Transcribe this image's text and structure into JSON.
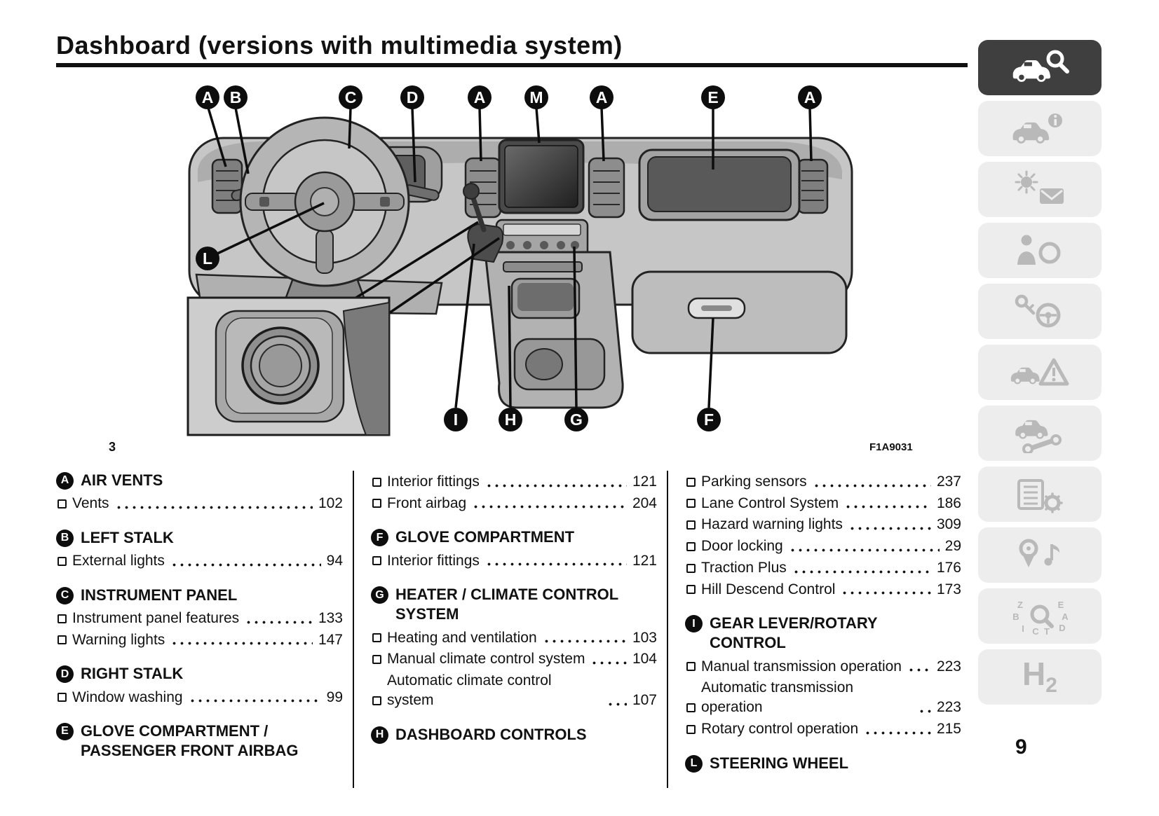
{
  "page": {
    "title": "Dashboard (versions with multimedia system)",
    "figure_number": "3",
    "figure_code": "F1A9031",
    "page_number": "9"
  },
  "diagram": {
    "callouts": {
      "top": [
        "A",
        "B",
        "C",
        "D",
        "A",
        "M",
        "A",
        "E",
        "A"
      ],
      "left": "L",
      "bottom": [
        "I",
        "H",
        "G",
        "F"
      ]
    }
  },
  "legend": {
    "columns": [
      {
        "groups": [
          {
            "letter": "A",
            "title": "AIR VENTS",
            "entries": [
              {
                "label": "Vents",
                "page": "102"
              }
            ]
          },
          {
            "letter": "B",
            "title": "LEFT STALK",
            "entries": [
              {
                "label": "External lights",
                "page": "94"
              }
            ]
          },
          {
            "letter": "C",
            "title": "INSTRUMENT PANEL",
            "entries": [
              {
                "label": "Instrument panel features",
                "page": "133"
              },
              {
                "label": "Warning lights",
                "page": "147"
              }
            ]
          },
          {
            "letter": "D",
            "title": "RIGHT STALK",
            "entries": [
              {
                "label": "Window washing",
                "page": "99"
              }
            ]
          },
          {
            "letter": "E",
            "title": "GLOVE COMPARTMENT / PASSENGER FRONT AIRBAG",
            "entries": []
          }
        ]
      },
      {
        "groups": [
          {
            "letter": "",
            "title": "",
            "entries": [
              {
                "label": "Interior fittings",
                "page": "121"
              },
              {
                "label": "Front airbag",
                "page": "204"
              }
            ]
          },
          {
            "letter": "F",
            "title": "GLOVE COMPARTMENT",
            "entries": [
              {
                "label": "Interior fittings",
                "page": "121"
              }
            ]
          },
          {
            "letter": "G",
            "title": "HEATER / CLIMATE CONTROL SYSTEM",
            "entries": [
              {
                "label": "Heating and ventilation",
                "page": "103"
              },
              {
                "label": "Manual climate control system",
                "page": "104"
              },
              {
                "label": "Automatic climate control system",
                "page": "107"
              }
            ]
          },
          {
            "letter": "H",
            "title": "DASHBOARD CONTROLS",
            "entries": []
          }
        ]
      },
      {
        "groups": [
          {
            "letter": "",
            "title": "",
            "entries": [
              {
                "label": "Parking sensors",
                "page": "237"
              },
              {
                "label": "Lane Control System",
                "page": "186"
              },
              {
                "label": "Hazard warning lights",
                "page": "309"
              },
              {
                "label": "Door locking",
                "page": "29"
              },
              {
                "label": "Traction Plus",
                "page": "176"
              },
              {
                "label": "Hill Descend Control",
                "page": "173"
              }
            ]
          },
          {
            "letter": "I",
            "title": "GEAR LEVER/ROTARY CONTROL",
            "entries": [
              {
                "label": "Manual transmission operation",
                "page": "223"
              },
              {
                "label": "Automatic transmission operation",
                "page": "223"
              },
              {
                "label": "Rotary control operation",
                "page": "215"
              }
            ]
          },
          {
            "letter": "L",
            "title": "STEERING WHEEL",
            "entries": []
          }
        ]
      }
    ]
  },
  "sidebar": {
    "items": [
      {
        "icon": "car-search-icon",
        "active": true
      },
      {
        "icon": "car-info-icon",
        "active": false
      },
      {
        "icon": "warning-light-message-icon",
        "active": false
      },
      {
        "icon": "airbag-safety-icon",
        "active": false
      },
      {
        "icon": "key-steering-icon",
        "active": false
      },
      {
        "icon": "emergency-triangle-icon",
        "active": false
      },
      {
        "icon": "maintenance-wrench-icon",
        "active": false
      },
      {
        "icon": "technical-data-icon",
        "active": false
      },
      {
        "icon": "multimedia-icon",
        "active": false
      },
      {
        "icon": "index-search-icon",
        "active": false
      },
      {
        "icon": "h2-icon",
        "active": false
      }
    ],
    "index_letters": [
      "Z",
      "E",
      "B",
      "A",
      "I",
      "C",
      "T",
      "D"
    ],
    "h2": {
      "main": "H",
      "sub": "2"
    }
  },
  "colors": {
    "ink": "#111111",
    "active_tab_bg": "#3f3f3f",
    "tab_bg": "#ededed",
    "tab_icon": "#b9b9b9"
  }
}
